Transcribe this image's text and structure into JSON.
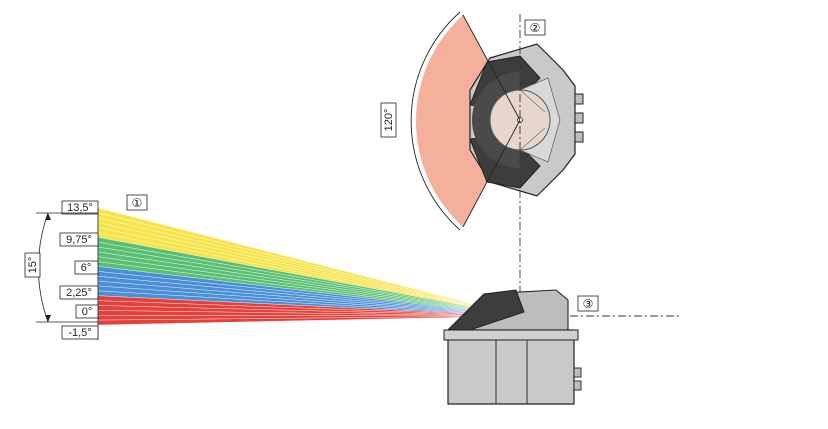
{
  "diagram": {
    "angle_labels": [
      "13,5°",
      "9,75°",
      "6°",
      "2,25°",
      "0°",
      "-1,5°"
    ],
    "vertical_span_label": "15°",
    "horizontal_span_label": "120°",
    "callouts": [
      "①",
      "②",
      "③"
    ],
    "colors": {
      "yellow": "#f7e44a",
      "green": "#5bbf73",
      "blue": "#4b8fd8",
      "red": "#e5413c",
      "fan": "#f4b09a",
      "housing": "#c9c9c9",
      "housing_dark": "#8c8c8c",
      "window": "#3d3d3d",
      "outline": "#222222"
    },
    "layer_groups": [
      {
        "name": "yellow",
        "layers": 6
      },
      {
        "name": "green",
        "layers": 6
      },
      {
        "name": "blue",
        "layers": 6
      },
      {
        "name": "red",
        "layers": 6
      }
    ]
  }
}
